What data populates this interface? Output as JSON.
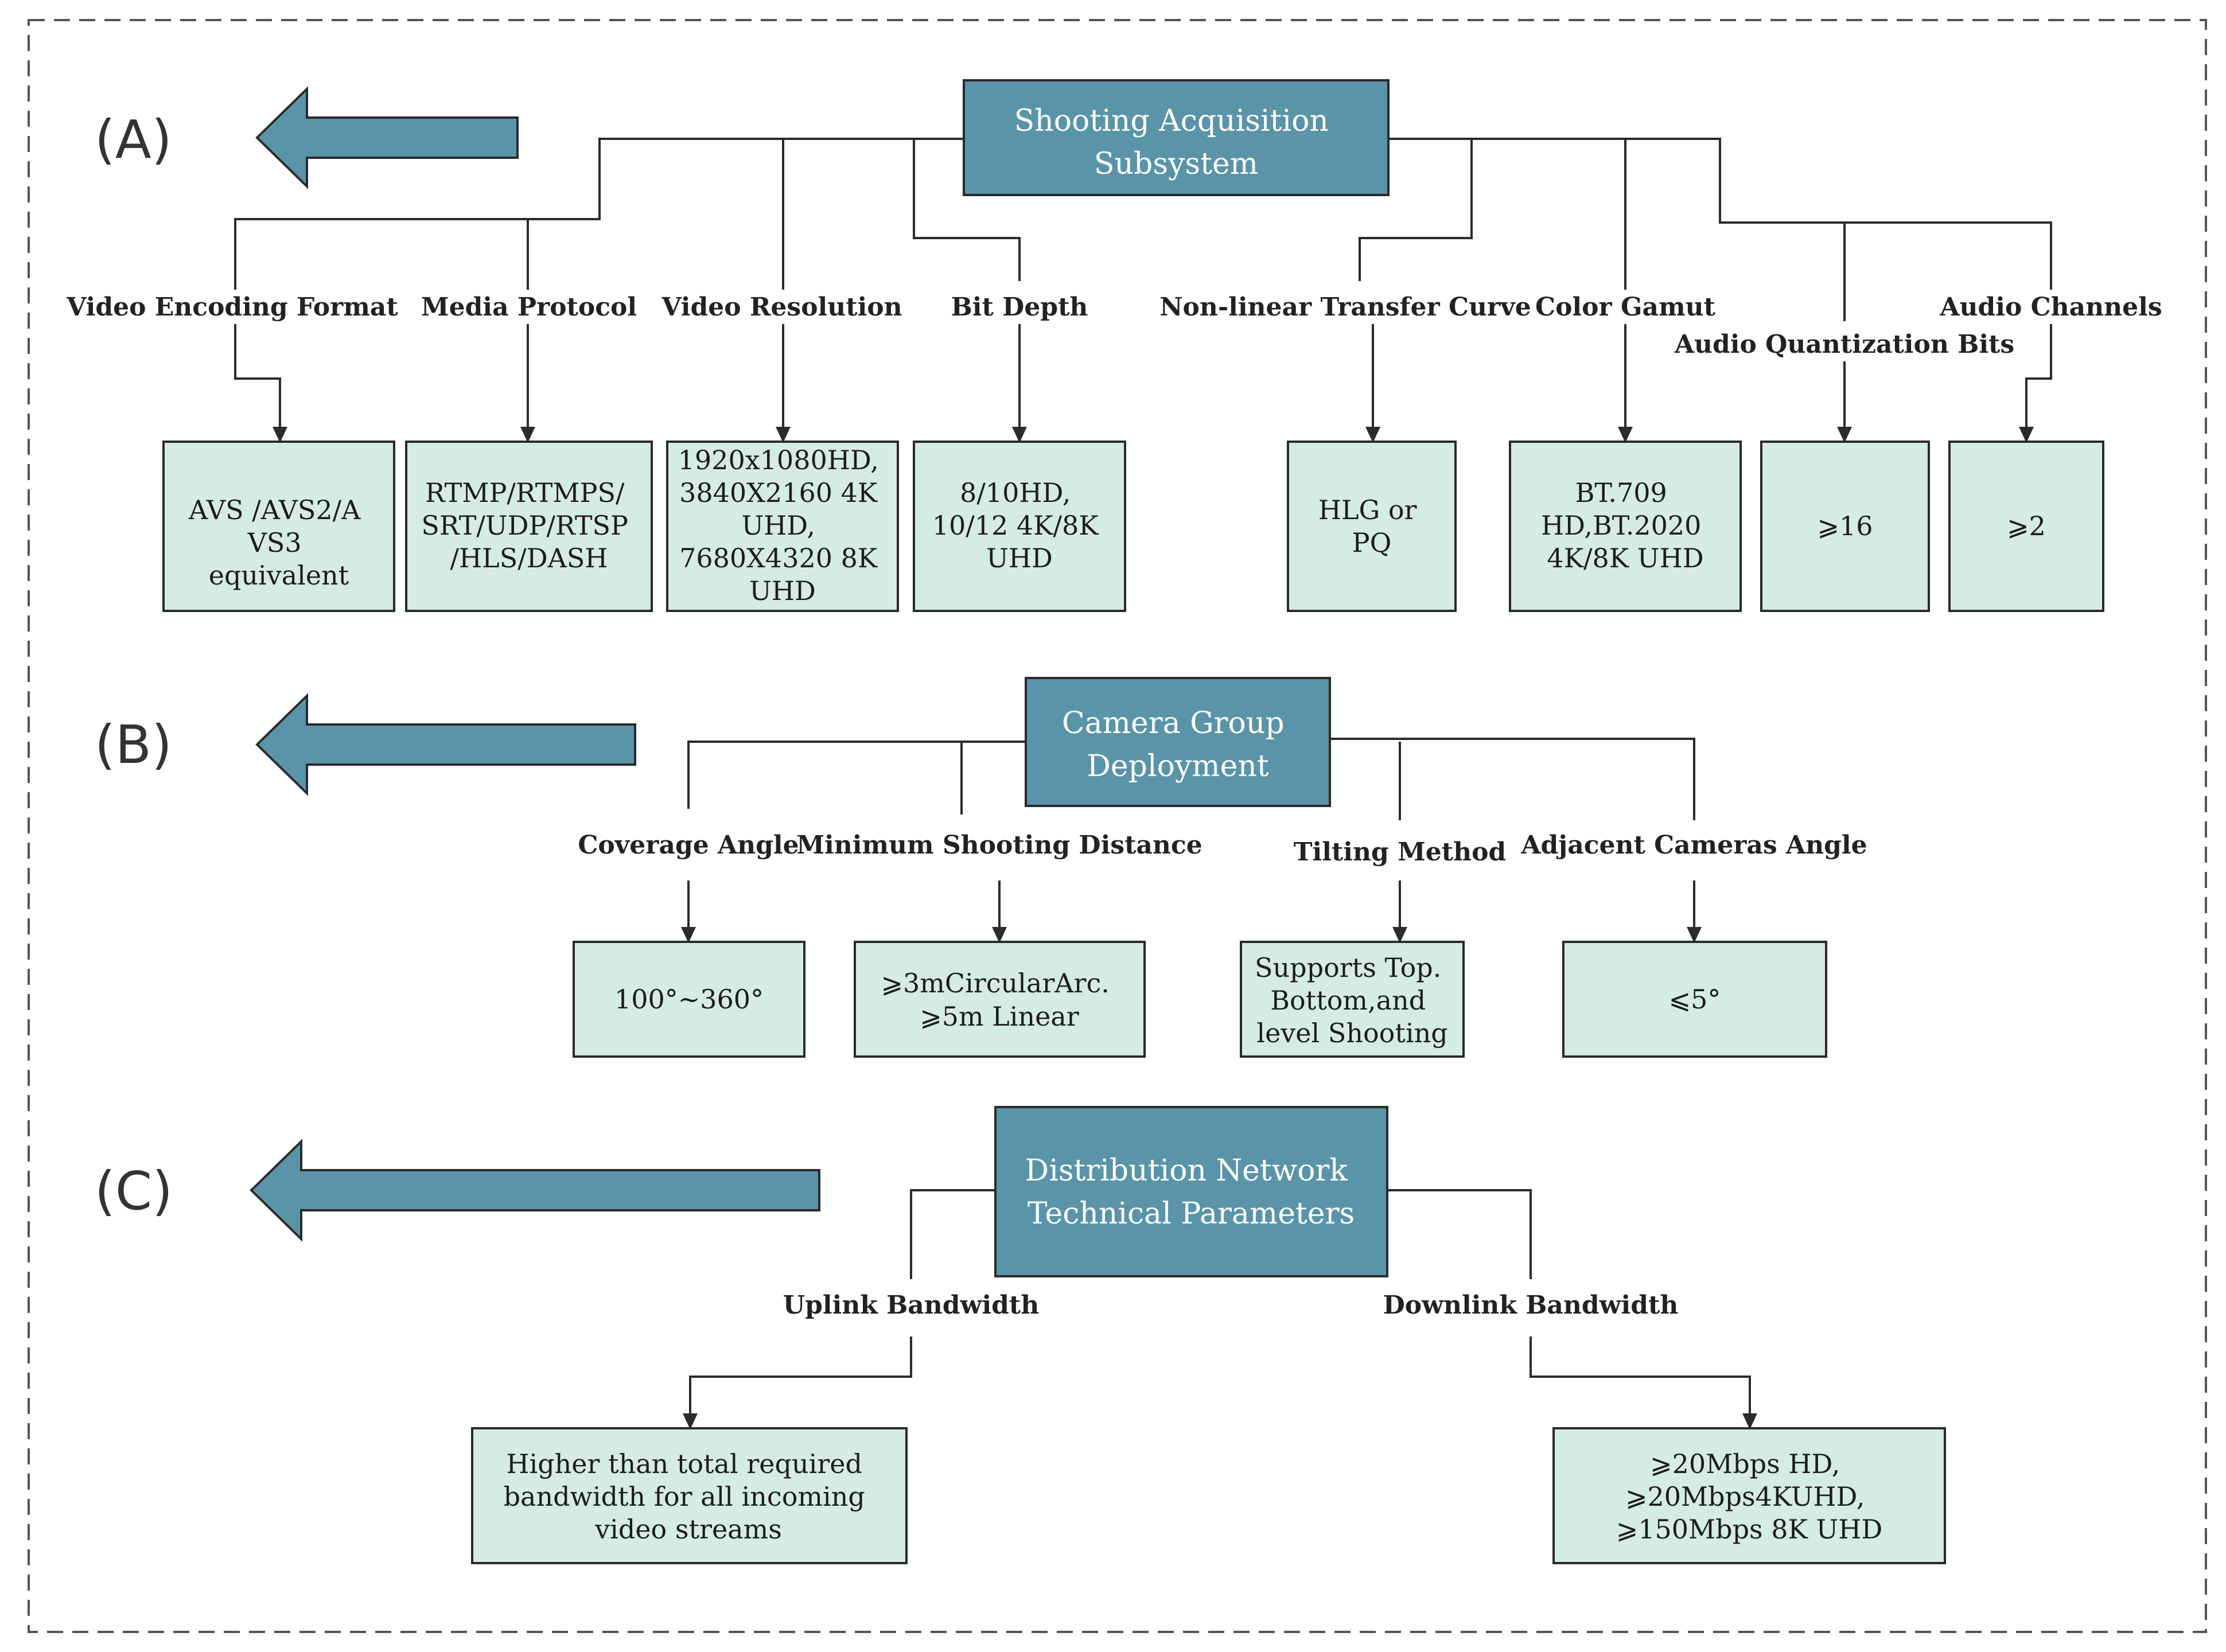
{
  "colors": {
    "head_fill": "#5a94a8",
    "value_fill": "#d5ebe6",
    "arrow_fill": "#5a94a8"
  },
  "sections": {
    "a": {
      "label": "(A)",
      "head": [
        "Shooting Acquisition",
        "Subsystem"
      ],
      "items": [
        {
          "label": "Video Encoding Format",
          "value": [
            "AVS  /AVS2/A",
            "VS3",
            "equivalent"
          ]
        },
        {
          "label": "Media Protocol",
          "value": [
            "RTMP/RTMPS/",
            "SRT/UDP/RTSP",
            "/HLS/DASH"
          ]
        },
        {
          "label": "Video Resolution",
          "value": [
            "1920x1080HD,",
            "3840X2160 4K",
            "UHD,",
            "7680X4320 8K",
            "UHD"
          ]
        },
        {
          "label": "Bit Depth",
          "value": [
            "8/10HD,",
            "10/12 4K/8K",
            "UHD"
          ]
        },
        {
          "label": "Non-linear Transfer Curve",
          "value": [
            "HLG or",
            "PQ"
          ]
        },
        {
          "label": "Color Gamut",
          "value": [
            "BT.709",
            "HD,BT.2020",
            "4K/8K UHD"
          ]
        },
        {
          "label": "Audio Quantization Bits",
          "value": [
            "⩾16"
          ]
        },
        {
          "label": "Audio Channels",
          "value": [
            "⩾2"
          ]
        }
      ]
    },
    "b": {
      "label": "(B)",
      "head": [
        "Camera Group",
        "Deployment"
      ],
      "items": [
        {
          "label": "Coverage Angle",
          "value": [
            "100°~360°"
          ]
        },
        {
          "label": "Minimum Shooting Distance",
          "value": [
            "⩾3mCircularArc.",
            "⩾5m Linear"
          ]
        },
        {
          "label": "Tilting Method",
          "value": [
            "Supports Top.",
            "Bottom,and",
            "level Shooting"
          ]
        },
        {
          "label": "Adjacent Cameras Angle",
          "value": [
            "⩽5°"
          ]
        }
      ]
    },
    "c": {
      "label": "(C)",
      "head": [
        "Distribution Network",
        "Technical Parameters"
      ],
      "items": [
        {
          "label": "Uplink Bandwidth",
          "value": [
            "Higher than total required",
            "bandwidth for all incoming",
            "video streams"
          ]
        },
        {
          "label": "Downlink Bandwidth",
          "value": [
            "⩾20Mbps HD,",
            "⩾20Mbps4KUHD,",
            "⩾150Mbps 8K UHD"
          ]
        }
      ]
    }
  }
}
